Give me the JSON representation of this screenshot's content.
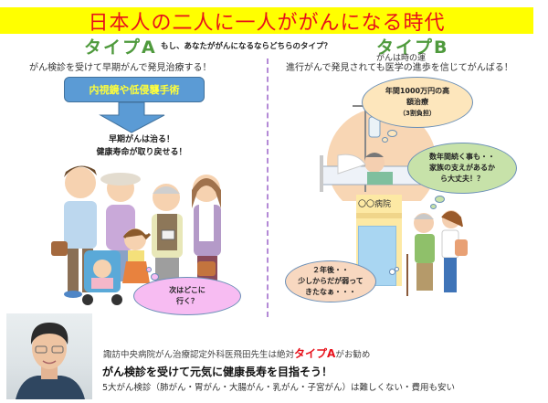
{
  "header": {
    "title": "日本人の二人に一人ががんになる時代"
  },
  "question": "もし、あなたががんになるならどちらのタイプ？",
  "type_a": {
    "label": "タイプA",
    "subtitle": "がん検診を受けて早期がんで発見治療する！",
    "treatment_box": "内視鏡や低侵襲手術",
    "result_line1": "早期がんは治る！",
    "result_line2": "健康寿命が取り戻せる！",
    "family_bubble_line1": "次はどこに",
    "family_bubble_line2": "行く？"
  },
  "type_b": {
    "label": "タイプB",
    "tagline": "がんは時の運",
    "subtitle": "進行がんで発見されても医学の進歩を信じてがんばる！",
    "cost_bubble_line1": "年間1000万円の高",
    "cost_bubble_line2": "額治療",
    "cost_bubble_line3": "（3割負担）",
    "family_bubble_line1": "数年間続く事も・・",
    "family_bubble_line2": "家族の支えがあるか",
    "family_bubble_line3": "ら大丈夫！？",
    "hospital_sign": "〇〇病院",
    "elder_bubble_line1": "２年後・・",
    "elder_bubble_line2": "少しからだが弱って",
    "elder_bubble_line3": "きたなぁ・・・"
  },
  "footer": {
    "recommend_prefix": "諏訪中央病院がん治療認定外科医飛田先生は絶対",
    "recommend_highlight": "タイプA",
    "recommend_suffix": "がお勧め",
    "headline": "がん検診を受けて元気に健康長寿を目指そう！",
    "detail": "5大がん検診（肺がん・胃がん・大腸がん・乳がん・子宮がん）は難しくない・費用も安い"
  },
  "colors": {
    "banner_bg": "#ffff00",
    "banner_text": "#e8101a",
    "type_label": "#4f9a3d",
    "highlight_red": "#e8101a",
    "divider": "#b48ad6",
    "blue_box": "#5b9bd5"
  }
}
